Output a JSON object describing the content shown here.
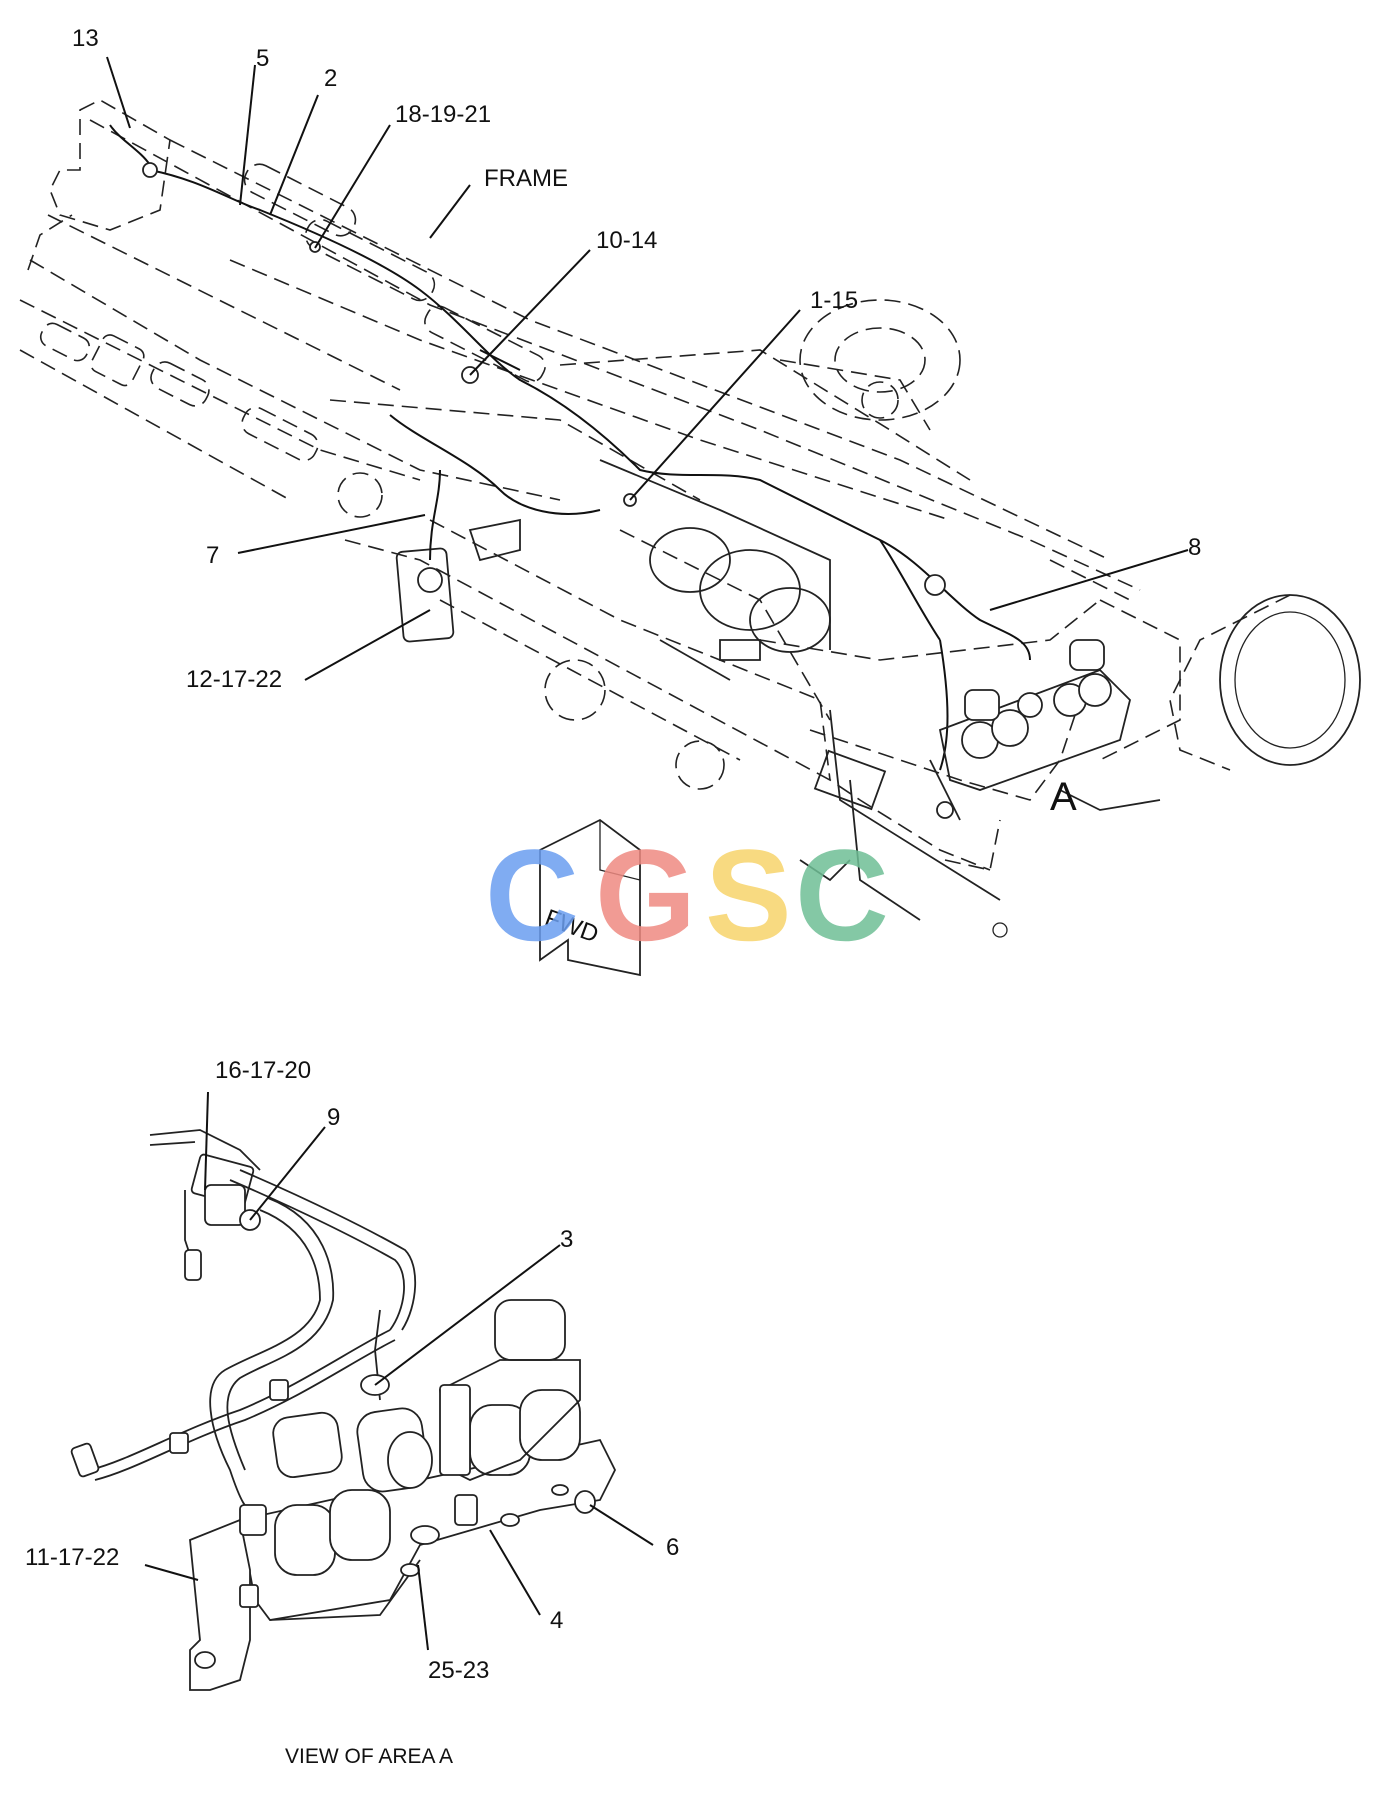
{
  "labels": {
    "l13": "13",
    "l5": "5",
    "l2": "2",
    "l18": "18-19-21",
    "frame": "FRAME",
    "l10": "10-14",
    "l1": "1-15",
    "l7": "7",
    "l8": "8",
    "l12": "12-17-22",
    "areaA": "A",
    "fwd": "FWD",
    "l16": "16-17-20",
    "l9": "9",
    "l3": "3",
    "l6": "6",
    "l11": "11-17-22",
    "l4": "4",
    "l25": "25-23",
    "caption": "VIEW OF AREA  A"
  },
  "watermark": {
    "letters": [
      "C",
      "G",
      "S",
      "C"
    ],
    "colors": [
      "#6b9ef0",
      "#ef8a82",
      "#f7d46c",
      "#6fbf96"
    ]
  }
}
